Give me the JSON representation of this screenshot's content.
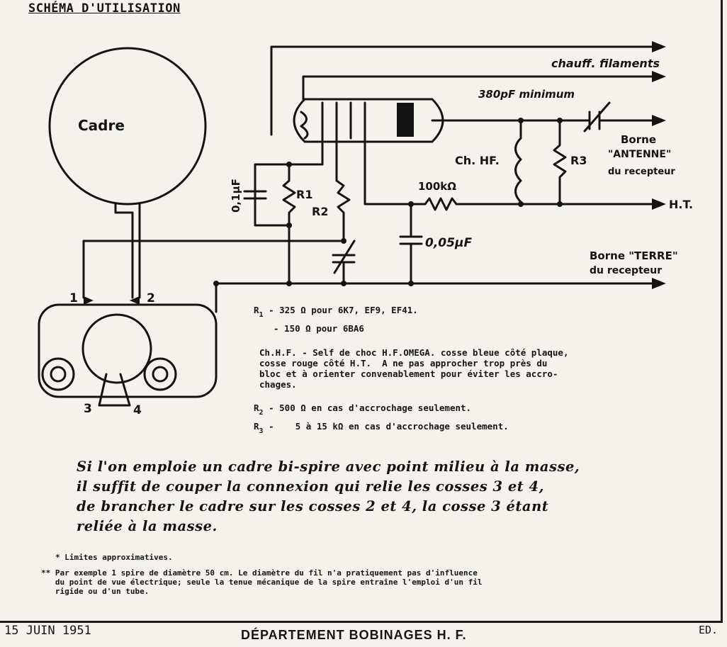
{
  "title": "SCHÉMA D'UTILISATION",
  "labels": {
    "cadre": "Cadre",
    "chauff": "chauff. filaments",
    "cap_380": "380pF minimum",
    "borne_antenne_1": "Borne",
    "borne_antenne_2": "\"ANTENNE\"",
    "borne_antenne_3": "du recepteur",
    "ch_hf": "Ch. HF.",
    "r3": "R3",
    "r100k": "100kΩ",
    "ht": "H.T.",
    "cap_01": "0,1µF",
    "r1": "R1",
    "r2": "R2",
    "cap_005": "0,05µF",
    "borne_terre_1": "Borne \"TERRE\"",
    "borne_terre_2": "du recepteur",
    "pin1": "1",
    "pin2": "2",
    "pin3": "3",
    "pin4": "4"
  },
  "notes": {
    "r1_label": "R",
    "r1_sub": "1",
    "r1_line1": " - 325 Ω pour 6K7, EF9, EF41.",
    "r1_line2": "- 150 Ω pour 6BA6",
    "chhf": "Ch.H.F. - Self de choc H.F.OMEGA. cosse bleue côté plaque,\ncosse rouge côté H.T.  A ne pas approcher trop près du\nbloc et à orienter convenablement pour éviter les accro-\nchages.",
    "r2_label": "R",
    "r2_sub": "2",
    "r2_line": " - 500 Ω en cas d'accrochage seulement.",
    "r3_label": "R",
    "r3_sub": "3",
    "r3_line": " -    5 à 15 kΩ en cas d'accrochage seulement."
  },
  "italic_note": {
    "line1": "Si l'on emploie un cadre bi-spire avec point milieu à la masse,",
    "line2": "il suffit de couper la connexion qui relie les cosses 3 et 4,",
    "line3": "de brancher le cadre sur les cosses 2 et 4, la cosse 3 étant",
    "line4": "reliée à la masse."
  },
  "footnotes": {
    "f1": "* Limites approximatives.",
    "f2": "** Par exemple 1 spire de diamètre 50 cm. Le diamètre du fil n'a pratiquement pas d'influence\n   du point de vue électrique; seule la tenue mécanique de la spire entraîne l'emploi d'un fil\n   rigide ou d'un tube."
  },
  "bottom": {
    "date": "15 JUIN 1951",
    "department": "DÉPARTEMENT BOBINAGES H. F.",
    "edition": "ED."
  },
  "colors": {
    "ink": "#141414",
    "paper": "#f4f2ec"
  }
}
